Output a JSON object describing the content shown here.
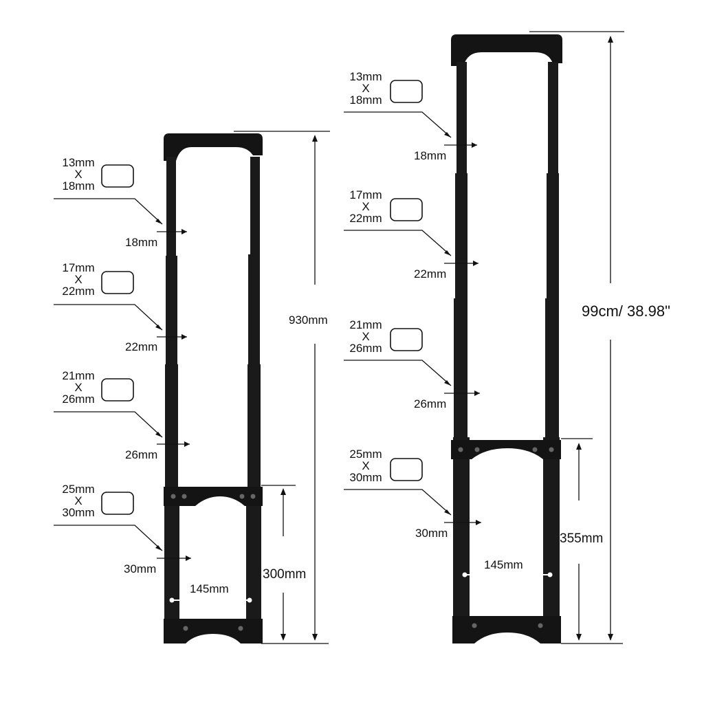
{
  "left_handle": {
    "sections": [
      {
        "profile": [
          "13mm",
          "X",
          "18mm"
        ],
        "width_label": "18mm"
      },
      {
        "profile": [
          "17mm",
          "X",
          "22mm"
        ],
        "width_label": "22mm"
      },
      {
        "profile": [
          "21mm",
          "X",
          "26mm"
        ],
        "width_label": "26mm"
      },
      {
        "profile": [
          "25mm",
          "X",
          "30mm"
        ],
        "width_label": "30mm"
      }
    ],
    "total_height": "930mm",
    "bottom_height": "300mm",
    "rail_spacing": "145mm"
  },
  "right_handle": {
    "sections": [
      {
        "profile": [
          "13mm",
          "X",
          "18mm"
        ],
        "width_label": "18mm"
      },
      {
        "profile": [
          "17mm",
          "X",
          "22mm"
        ],
        "width_label": "22mm"
      },
      {
        "profile": [
          "21mm",
          "X",
          "26mm"
        ],
        "width_label": "26mm"
      },
      {
        "profile": [
          "25mm",
          "X",
          "30mm"
        ],
        "width_label": "30mm"
      }
    ],
    "total_height": "99cm/ 38.98\"",
    "bottom_height": "355mm",
    "rail_spacing": "145mm"
  },
  "colors": {
    "metal": "#141414",
    "line": "#111111",
    "background": "#ffffff"
  }
}
